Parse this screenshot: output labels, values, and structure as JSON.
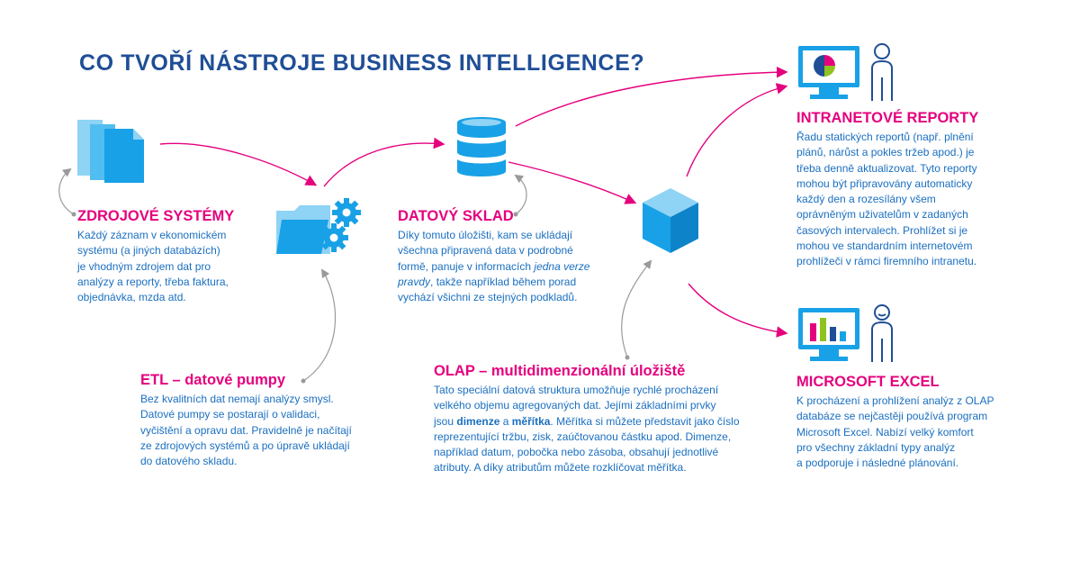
{
  "title": "CO TVOŘÍ NÁSTROJE BUSINESS INTELLIGENCE?",
  "colors": {
    "heading": "#1f4e96",
    "accent": "#e5007e",
    "text": "#1a6fc0",
    "icon_blue": "#18a1e6",
    "icon_light": "#8fd3f5",
    "connector_gray": "#9a9a9a"
  },
  "zdrojove": {
    "heading": "ZDROJOVÉ SYSTÉMY",
    "lines": [
      "Každý záznam v ekonomickém",
      "systému (a jiných databázích)",
      "je vhodným zdrojem dat pro",
      "analýzy a reporty, třeba faktura,",
      "objednávka, mzda atd."
    ],
    "icon": "document-stack-icon"
  },
  "etl": {
    "heading": "ETL – datové pumpy",
    "lines": [
      "Bez kvalitních dat nemají analýzy smysl.",
      "Datové pumpy se postarají o validaci,",
      "vyčištění a opravu dat. Pravidelně je načítají",
      "ze zdrojových systémů a po úpravě ukládají",
      "do datového skladu."
    ],
    "icon": "folder-gears-icon"
  },
  "sklad": {
    "heading": "DATOVÝ SKLAD",
    "line1": "Díky tomuto úložišti, kam se ukládají",
    "line2": "všechna připravená data v podrobné",
    "line3_a": "formě, panuje v informacích ",
    "line3_em": "jedna verze",
    "line4_em": "pravdy",
    "line4_b": ", takže například během porad",
    "line5": "vychází všichni ze stejných podkladů.",
    "icon": "database-icon"
  },
  "olap": {
    "heading": "OLAP – multidimenzionální úložiště",
    "line1": "Tato speciální datová struktura umožňuje rychlé procházení",
    "line2": "velkého objemu agregovaných dat. Jejími základními prvky",
    "line3_a": "jsou ",
    "line3_s1": "dimenze",
    "line3_b": " a ",
    "line3_s2": "měřítka",
    "line3_c": ". Měřítka si můžete představit jako číslo",
    "line4": "reprezentující tržbu, zisk, zaúčtovanou částku apod. Dimenze,",
    "line5": "například datum, pobočka nebo zásoba, obsahují jednotlivé",
    "line6": "atributy. A díky atributům můžete rozklíčovat měřítka.",
    "icon": "cube-icon"
  },
  "intranet": {
    "heading": "INTRANETOVÉ REPORTY",
    "lines": [
      "Řadu statických reportů (např. plnění",
      "plánů, nárůst a pokles tržeb apod.) je",
      "třeba denně aktualizovat. Tyto reporty",
      "mohou být připravovány automaticky",
      "každý den a rozesílány všem",
      "oprávněným uživatelům v zadaných",
      "časových intervalech. Prohlížet si je",
      "mohou ve standardním internetovém",
      "prohlížeči v rámci firemního intranetu."
    ],
    "icon": "monitor-pie-chart-icon",
    "user_icon": "user-icon"
  },
  "excel": {
    "heading": "MICROSOFT EXCEL",
    "lines": [
      "K procházení a prohlížení analýz z OLAP",
      "databáze se nejčastěji používá program",
      "Microsoft Excel. Nabízí velký komfort",
      "pro všechny základní typy analýz",
      "a podporuje i následné plánování."
    ],
    "icon": "monitor-bar-chart-icon",
    "user_icon": "user-icon"
  }
}
